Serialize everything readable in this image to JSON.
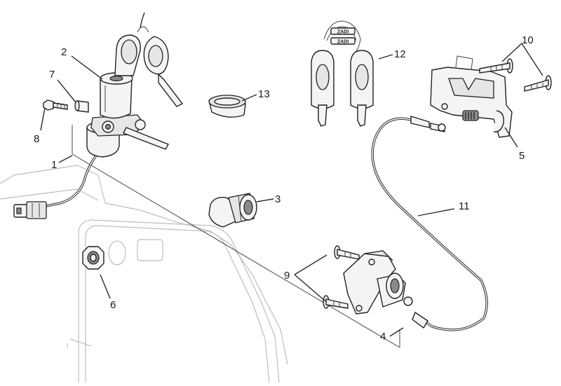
{
  "callouts": {
    "c1": "1",
    "c2": "2",
    "c3": "3",
    "c4": "4",
    "c5": "5",
    "c6": "6",
    "c7": "7",
    "c8": "8",
    "c9": "9",
    "c10": "10",
    "c11": "11",
    "c12": "12",
    "c13": "13"
  },
  "key_tag_text": "ZADI"
}
